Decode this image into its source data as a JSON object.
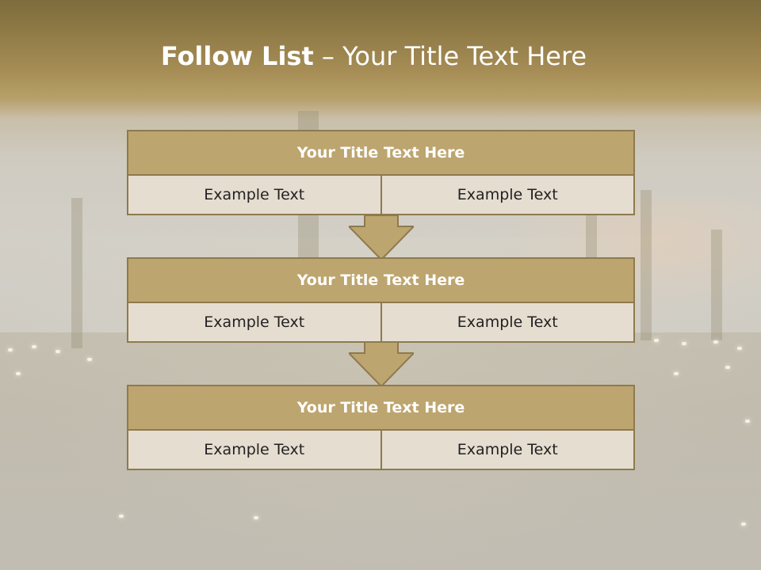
{
  "slide": {
    "title_bold": "Follow List",
    "title_rest": " – Your Title Text Here"
  },
  "steps": [
    {
      "title": "Your Title Text Here",
      "left": "Example Text",
      "right": "Example Text"
    },
    {
      "title": "Your Title Text Here",
      "left": "Example Text",
      "right": "Example Text"
    },
    {
      "title": "Your Title Text Here",
      "left": "Example Text",
      "right": "Example Text"
    }
  ],
  "colors": {
    "header_fill": "#bda56f",
    "cell_fill": "#e5ddd0",
    "border": "#8e7a4e",
    "arrow_fill": "#bda56f"
  }
}
